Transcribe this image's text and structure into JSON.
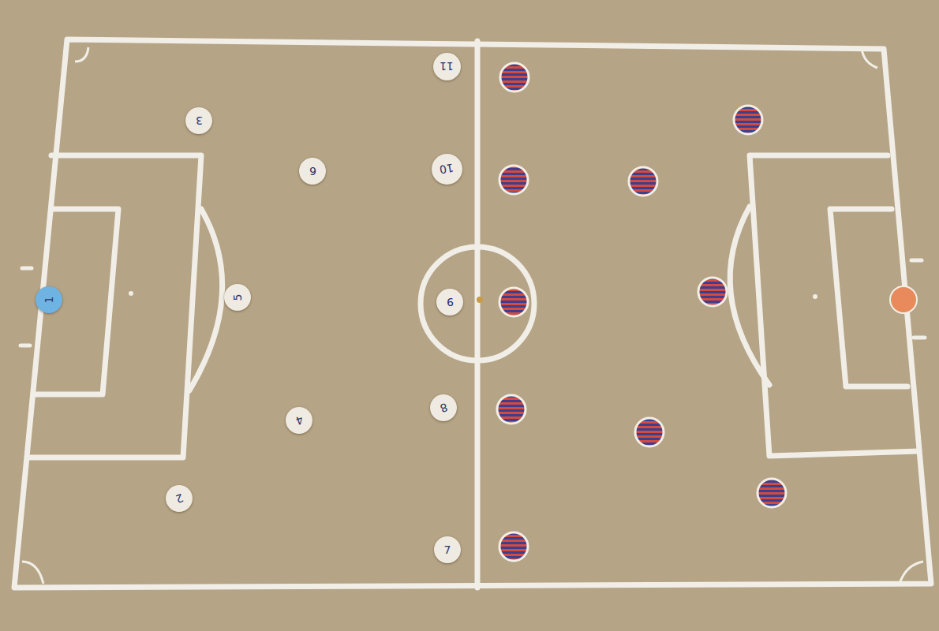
{
  "diagram": {
    "nodes": [
      {
        "text": [
          "1"
        ]
      },
      {
        "text": [
          "3"
        ]
      },
      {
        "text": [
          "2"
        ]
      },
      {
        "text": [
          "6"
        ]
      },
      {
        "text": [
          "5"
        ]
      },
      {
        "text": [
          "4"
        ]
      },
      {
        "text": [
          "11"
        ]
      },
      {
        "text": [
          "10"
        ]
      },
      {
        "text": [
          "9"
        ]
      },
      {
        "text": [
          "8"
        ]
      },
      {
        "text": [
          "7"
        ]
      }
    ]
  }
}
